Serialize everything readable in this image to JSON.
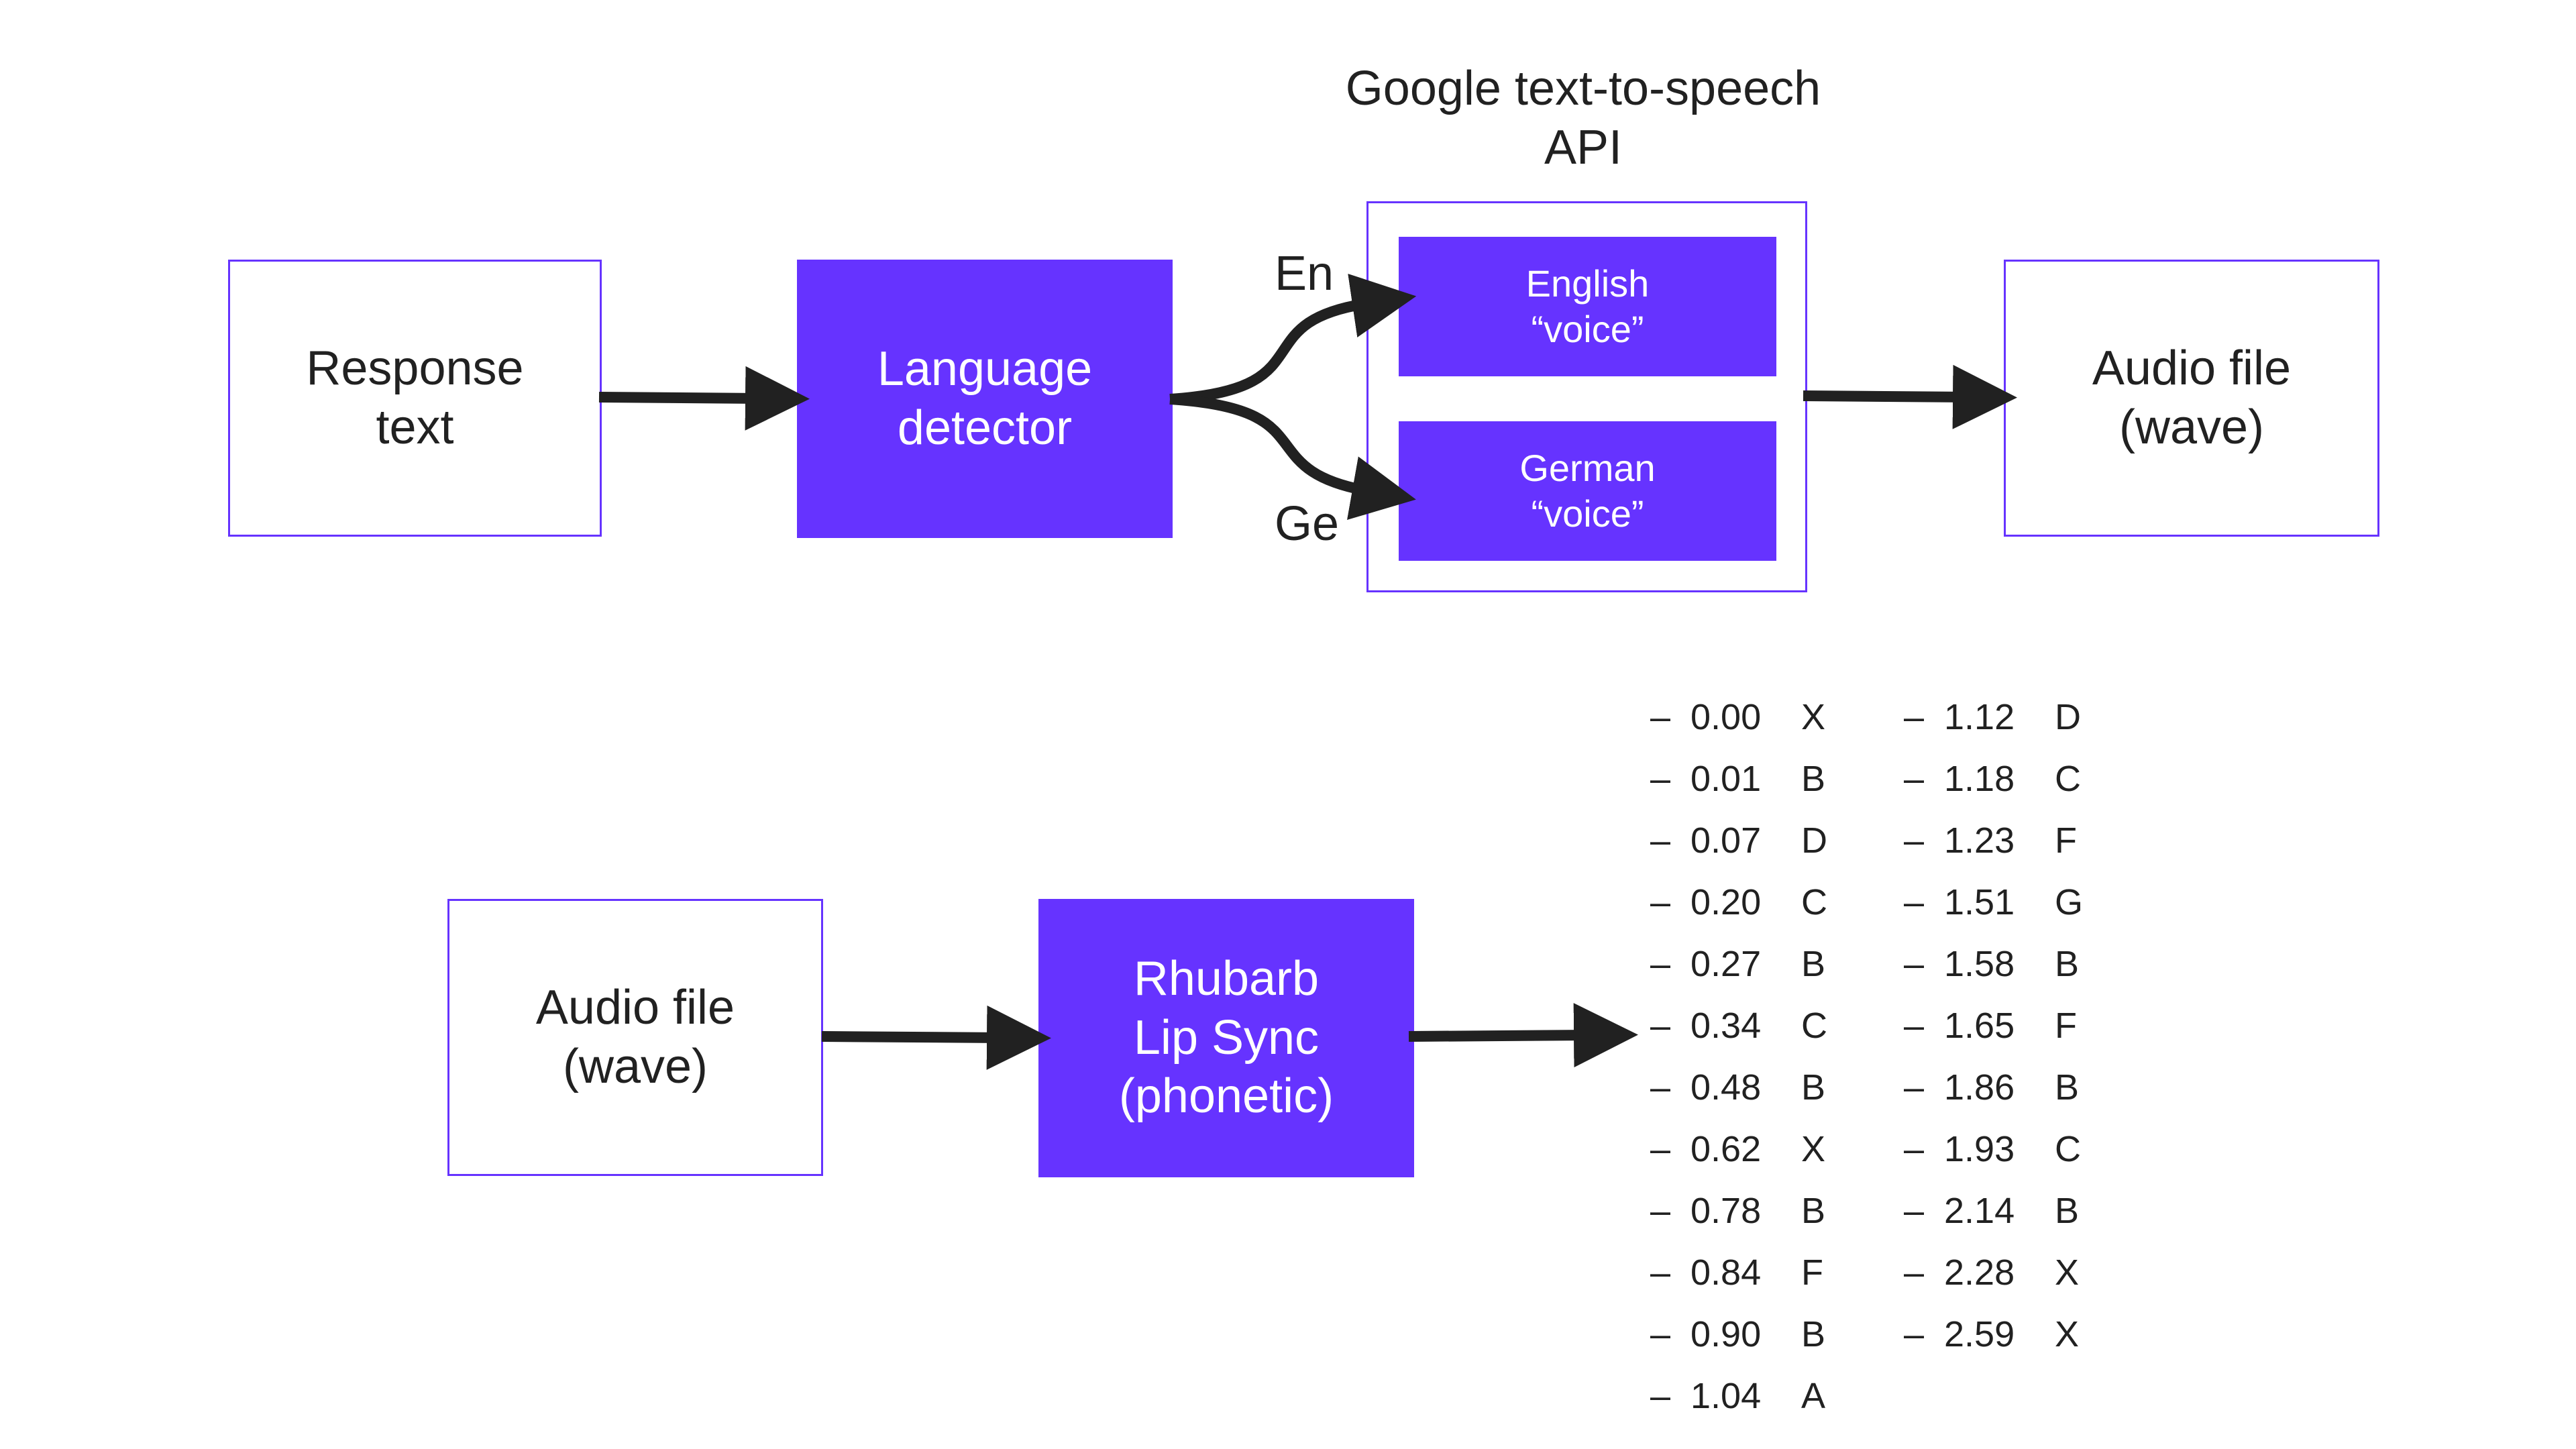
{
  "top": {
    "response_text": "Response\ntext",
    "language_detector": "Language\ndetector",
    "branch_en": "En",
    "branch_ge": "Ge",
    "tts_title": "Google text-to-speech\nAPI",
    "english_voice": "English\n“voice”",
    "german_voice": "German\n“voice”",
    "audio_file": "Audio file\n(wave)"
  },
  "bottom": {
    "audio_file": "Audio file\n(wave)",
    "rhubarb": "Rhubarb\nLip Sync\n(phonetic)"
  },
  "cues_left": [
    {
      "time": "0.00",
      "shape": "X"
    },
    {
      "time": "0.01",
      "shape": "B"
    },
    {
      "time": "0.07",
      "shape": "D"
    },
    {
      "time": "0.20",
      "shape": "C"
    },
    {
      "time": "0.27",
      "shape": "B"
    },
    {
      "time": "0.34",
      "shape": "C"
    },
    {
      "time": "0.48",
      "shape": "B"
    },
    {
      "time": "0.62",
      "shape": "X"
    },
    {
      "time": "0.78",
      "shape": "B"
    },
    {
      "time": "0.84",
      "shape": "F"
    },
    {
      "time": "0.90",
      "shape": "B"
    },
    {
      "time": "1.04",
      "shape": "A"
    }
  ],
  "cues_right": [
    {
      "time": "1.12",
      "shape": "D"
    },
    {
      "time": "1.18",
      "shape": "C"
    },
    {
      "time": "1.23",
      "shape": "F"
    },
    {
      "time": "1.51",
      "shape": "G"
    },
    {
      "time": "1.58",
      "shape": "B"
    },
    {
      "time": "1.65",
      "shape": "F"
    },
    {
      "time": "1.86",
      "shape": "B"
    },
    {
      "time": "1.93",
      "shape": "C"
    },
    {
      "time": "2.14",
      "shape": "B"
    },
    {
      "time": "2.28",
      "shape": "X"
    },
    {
      "time": "2.59",
      "shape": "X"
    }
  ],
  "colors": {
    "accent": "#6633ff",
    "arrow": "#212121",
    "text": "#212121"
  }
}
